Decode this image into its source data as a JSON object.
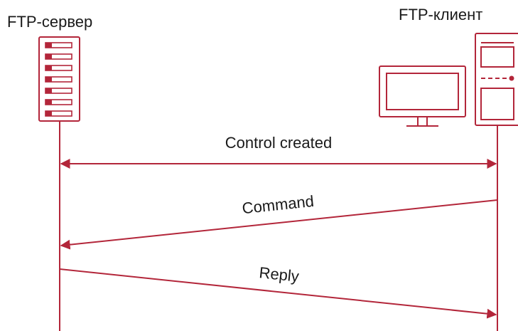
{
  "diagram": {
    "server_label": "FTP-сервер",
    "client_label": "FTP-клиент",
    "messages": [
      {
        "label": "Control created",
        "direction": "bidirectional"
      },
      {
        "label": "Command",
        "direction": "client-to-server"
      },
      {
        "label": "Reply",
        "direction": "server-to-client"
      }
    ],
    "colors": {
      "line": "#b3263a",
      "text": "#1a1a1a",
      "background": "#ffffff"
    },
    "icons": {
      "server": "server-rack-icon",
      "client": "desktop-computer-icon"
    }
  }
}
